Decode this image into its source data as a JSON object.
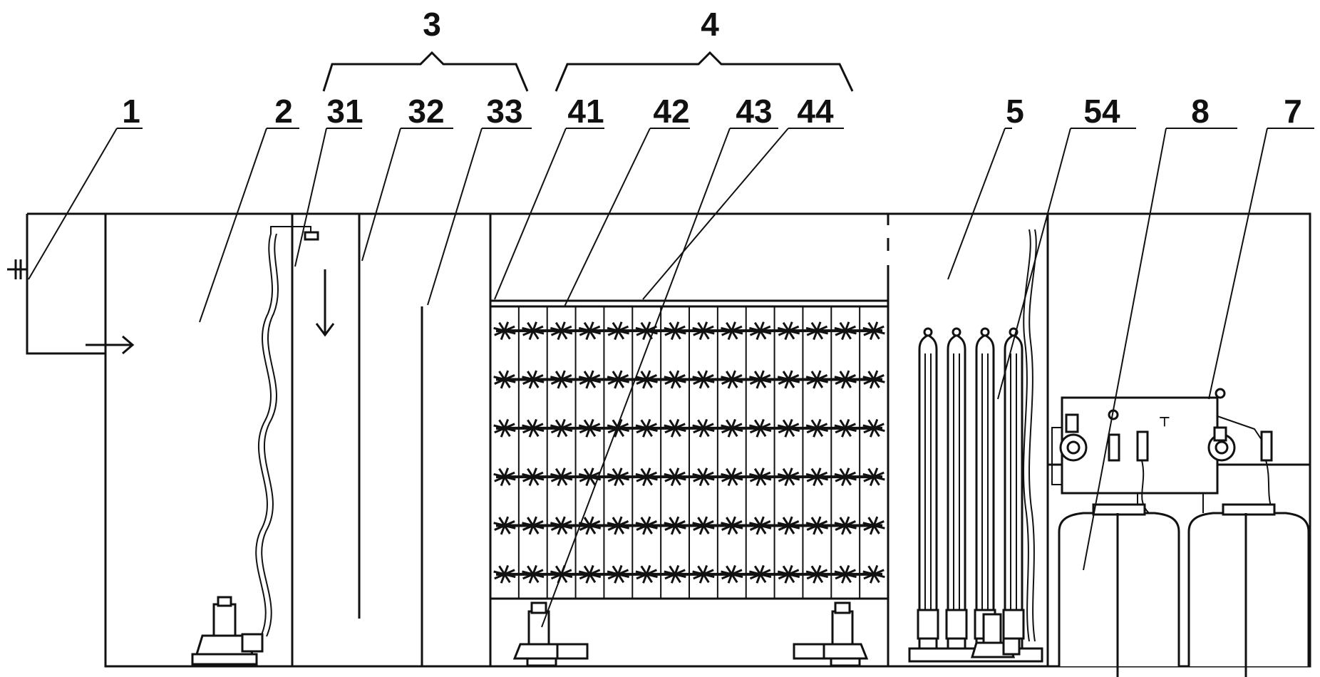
{
  "labels": {
    "l1": "1",
    "l2": "2",
    "l3": "3",
    "l31": "31",
    "l32": "32",
    "l33": "33",
    "l4": "4",
    "l41": "41",
    "l42": "42",
    "l43": "43",
    "l44": "44",
    "l5": "5",
    "l54": "54",
    "l8": "8",
    "l7": "7"
  },
  "colors": {
    "line": "#111111",
    "background": "#ffffff"
  },
  "media_grid": {
    "rows": 6,
    "columns": 14
  },
  "membrane_modules": 4
}
